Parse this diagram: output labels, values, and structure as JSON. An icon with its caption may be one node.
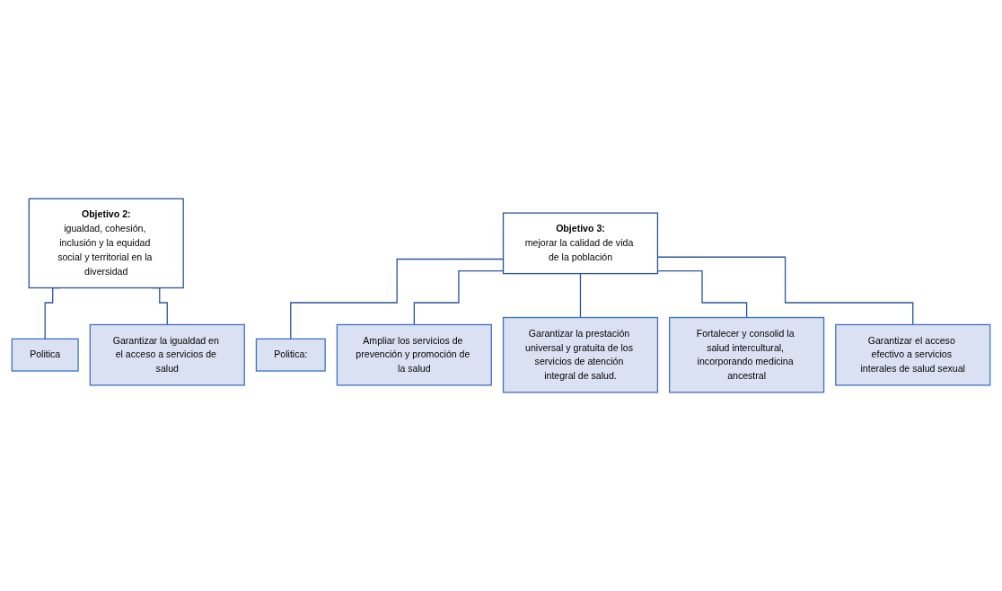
{
  "diagram": {
    "nodes": [
      {
        "text": [
          "Objetivo 2:",
          "igualdad, cohesión, inclusión y la equidad social y territorial en la diversidad"
        ]
      },
      {
        "text": [
          "Politica"
        ]
      },
      {
        "text": [
          "Garantizar la igualdad en el acceso a servicios de salud"
        ]
      },
      {
        "text": [
          "Objetivo 3:",
          "mejorar la calidad de vida de la población"
        ]
      },
      {
        "text": [
          "Politica:"
        ]
      },
      {
        "text": [
          "Ampliar los servicios de prevención y promoción de la salud"
        ]
      },
      {
        "text": [
          "Garantizar la prestación universal y gratuita de los servicios de atención integral de salud."
        ]
      },
      {
        "text": [
          "Fortalecer y consolid la salud intercultural, incorporando medicina ancestral"
        ]
      },
      {
        "text": [
          "Garantizar el acceso efectivo a servicios interales de salud sexual"
        ]
      }
    ],
    "edges": [
      {
        "from": 0,
        "to": 1,
        "arrow": "none"
      },
      {
        "from": 0,
        "to": 2,
        "arrow": "none"
      },
      {
        "from": 3,
        "to": 4,
        "arrow": "none"
      },
      {
        "from": 3,
        "to": 5,
        "arrow": "none"
      },
      {
        "from": 3,
        "to": 6,
        "arrow": "none"
      },
      {
        "from": 3,
        "to": 7,
        "arrow": "none"
      },
      {
        "from": 3,
        "to": 8,
        "arrow": "none"
      }
    ]
  }
}
